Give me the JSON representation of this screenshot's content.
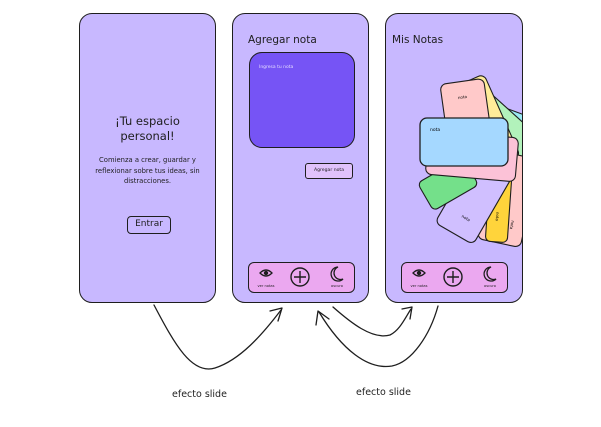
{
  "welcome": {
    "title": "¡Tu espacio personal!",
    "subtitle": "Comienza a crear, guardar y reflexionar sobre tus ideas, sin distracciones.",
    "button": "Entrar"
  },
  "add_note": {
    "title": "Agregar nota",
    "input_placeholder": "Ingresa tu nota",
    "button": "Agregar nota"
  },
  "my_notes": {
    "title": "Mis Notas",
    "note_label": "nota"
  },
  "nav": {
    "view_notes": "ver notas",
    "add_icon": "plus-circle-icon",
    "view_icon": "eye-icon",
    "theme": "oscuro",
    "theme_icon": "moon-icon"
  },
  "annotations": {
    "slide_1": "efecto slide",
    "slide_2": "efecto slide"
  },
  "colors": {
    "screen_bg": "#c8b8ff",
    "input_bg": "#7654f5",
    "navbar_bg": "#eba8f0",
    "button_bg": "#e0c2fb",
    "note_colors": [
      "#a5d8ff",
      "#ffc9c9",
      "#ffec99",
      "#b2f2bb",
      "#99e9f2",
      "#d0bfff",
      "#ffd8a8",
      "#fcc2d7",
      "#74e08a",
      "#ffd43b",
      "#ffa8a8"
    ]
  }
}
